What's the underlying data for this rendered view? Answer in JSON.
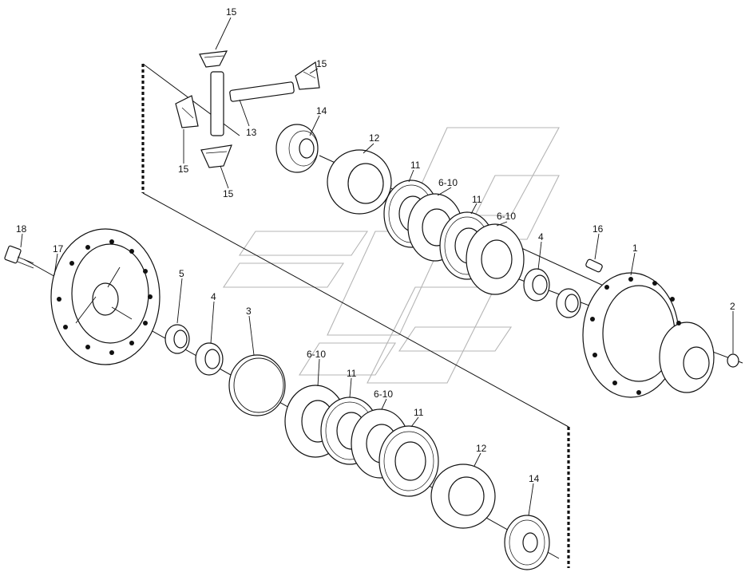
{
  "callouts": {
    "c1": "1",
    "c2": "2",
    "c3": "3",
    "c4a": "4",
    "c4b": "4",
    "c5": "5",
    "c6a": "6-10",
    "c6b": "6-10",
    "c6c": "6-10",
    "c6d": "6-10",
    "c11a": "11",
    "c11b": "11",
    "c11c": "11",
    "c11d": "11",
    "c12a": "12",
    "c12b": "12",
    "c13": "13",
    "c14a": "14",
    "c14b": "14",
    "c15a": "15",
    "c15b": "15",
    "c15c": "15",
    "c15d": "15",
    "c16": "16",
    "c17": "17",
    "c18": "18"
  }
}
